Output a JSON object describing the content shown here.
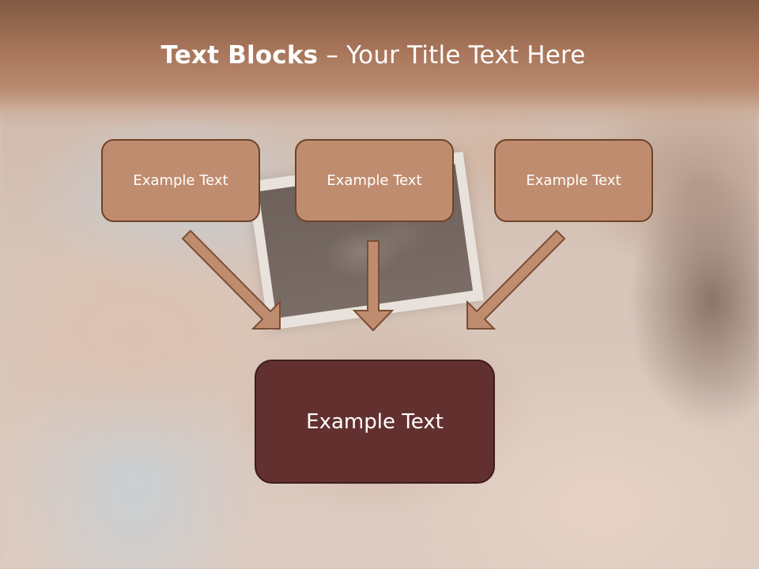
{
  "slide": {
    "title_bold": "Text Blocks",
    "title_rest": " – Your Title Text Here"
  },
  "blocks": {
    "top": [
      {
        "label": "Example Text"
      },
      {
        "label": "Example Text"
      },
      {
        "label": "Example Text"
      }
    ],
    "main": {
      "label": "Example Text"
    }
  },
  "colors": {
    "header": "#a8755a",
    "block_fill": "#c08c6f",
    "block_border": "#6e4429",
    "main_fill": "#633030",
    "arrow_fill": "#c08c6f",
    "arrow_stroke": "#7a4e34"
  },
  "icons": [
    "arrow-down-right",
    "arrow-down",
    "arrow-down-left"
  ]
}
